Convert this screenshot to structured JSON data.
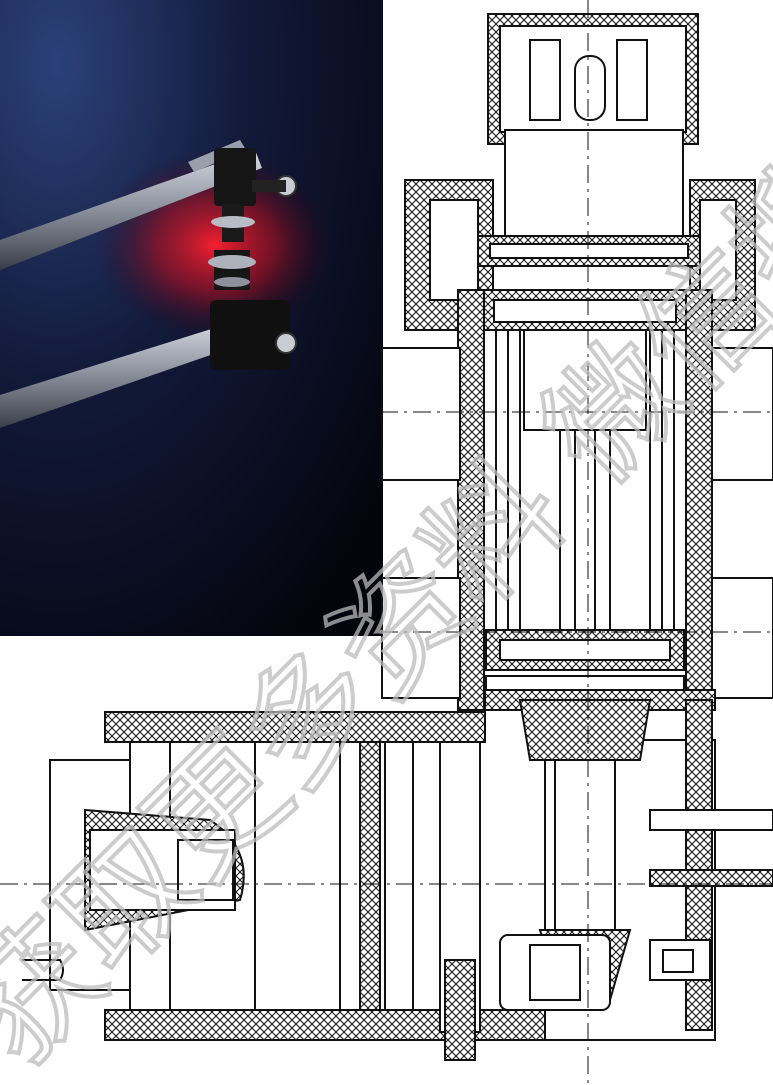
{
  "figure": {
    "photo_icon": "photo-of-two-rods-joined-by-black-clamps",
    "drawing_icon": "cross-section-engineering-drawing",
    "hatch_icon": "cross-hatched-section",
    "watermark_text": "获取更多资料 微信搜索",
    "colors": {
      "photo_background_dark": "#04040c",
      "photo_background_blue": "#25386a",
      "photo_glow_red": "#ff1a2a",
      "line": "#111111",
      "watermark": "#c8c8c8"
    }
  }
}
